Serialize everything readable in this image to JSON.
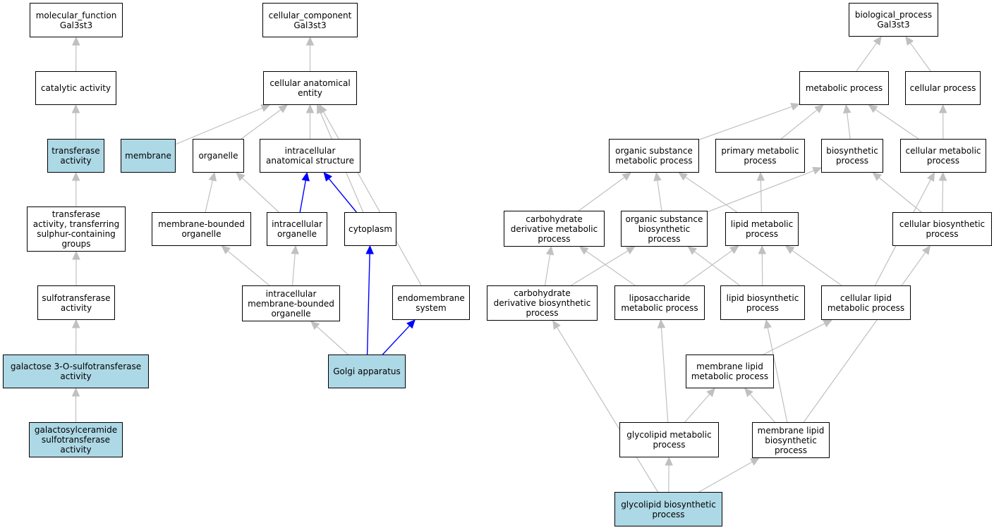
{
  "colors": {
    "highlight_fill": "#add8e6",
    "edge_default": "#c0c0c0",
    "edge_direct": "#0000ff",
    "node_border": "#000000"
  },
  "nodes": [
    {
      "id": "mf_root",
      "label": "molecular_function\nGal3st3"
    },
    {
      "id": "catalytic",
      "label": "catalytic activity"
    },
    {
      "id": "transferase",
      "label": "transferase\nactivity",
      "highlight": true
    },
    {
      "id": "transferase_sulfur",
      "label": "transferase\nactivity, transferring\nsulphur-containing\ngroups"
    },
    {
      "id": "sulfotransferase",
      "label": "sulfotransferase\nactivity"
    },
    {
      "id": "gal3sulfo",
      "label": "galactose 3-O-sulfotransferase\nactivity",
      "highlight": true
    },
    {
      "id": "galcer_sulfo",
      "label": "galactosylceramide\nsulfotransferase\nactivity",
      "highlight": true
    },
    {
      "id": "cc_root",
      "label": "cellular_component\nGal3st3"
    },
    {
      "id": "cae",
      "label": "cellular anatomical\nentity"
    },
    {
      "id": "membrane",
      "label": "membrane",
      "highlight": true
    },
    {
      "id": "organelle",
      "label": "organelle"
    },
    {
      "id": "ias",
      "label": "intracellular\nanatomical structure"
    },
    {
      "id": "mbo",
      "label": "membrane-bounded\norganelle"
    },
    {
      "id": "io",
      "label": "intracellular\norganelle"
    },
    {
      "id": "cytoplasm",
      "label": "cytoplasm"
    },
    {
      "id": "imbo",
      "label": "intracellular\nmembrane-bounded\norganelle"
    },
    {
      "id": "endomem",
      "label": "endomembrane\nsystem"
    },
    {
      "id": "golgi",
      "label": "Golgi apparatus",
      "highlight": true
    },
    {
      "id": "bp_root",
      "label": "biological_process\nGal3st3"
    },
    {
      "id": "metabolic",
      "label": "metabolic process"
    },
    {
      "id": "cellular_proc",
      "label": "cellular process"
    },
    {
      "id": "osmp",
      "label": "organic substance\nmetabolic process"
    },
    {
      "id": "pmp",
      "label": "primary metabolic\nprocess"
    },
    {
      "id": "biosynth",
      "label": "biosynthetic\nprocess"
    },
    {
      "id": "cmp",
      "label": "cellular metabolic\nprocess"
    },
    {
      "id": "cdmp",
      "label": "carbohydrate\nderivative metabolic\nprocess"
    },
    {
      "id": "osbp",
      "label": "organic substance\nbiosynthetic\nprocess"
    },
    {
      "id": "lmp",
      "label": "lipid metabolic\nprocess"
    },
    {
      "id": "cbp",
      "label": "cellular biosynthetic\nprocess"
    },
    {
      "id": "cdbp",
      "label": "carbohydrate\nderivative biosynthetic\nprocess"
    },
    {
      "id": "lps",
      "label": "liposaccharide\nmetabolic process"
    },
    {
      "id": "lbp",
      "label": "lipid biosynthetic\nprocess"
    },
    {
      "id": "clmp",
      "label": "cellular lipid\nmetabolic process"
    },
    {
      "id": "mlmp",
      "label": "membrane lipid\nmetabolic process"
    },
    {
      "id": "gmp",
      "label": "glycolipid metabolic\nprocess"
    },
    {
      "id": "mlbp",
      "label": "membrane lipid\nbiosynthetic\nprocess"
    },
    {
      "id": "gbp",
      "label": "glycolipid biosynthetic\nprocess",
      "highlight": true
    }
  ],
  "edges": [
    {
      "from": "catalytic",
      "to": "mf_root"
    },
    {
      "from": "transferase",
      "to": "catalytic"
    },
    {
      "from": "transferase_sulfur",
      "to": "transferase"
    },
    {
      "from": "sulfotransferase",
      "to": "transferase_sulfur"
    },
    {
      "from": "gal3sulfo",
      "to": "sulfotransferase"
    },
    {
      "from": "galcer_sulfo",
      "to": "gal3sulfo"
    },
    {
      "from": "cae",
      "to": "cc_root"
    },
    {
      "from": "membrane",
      "to": "cae"
    },
    {
      "from": "organelle",
      "to": "cae"
    },
    {
      "from": "ias",
      "to": "cae"
    },
    {
      "from": "cytoplasm",
      "to": "cae"
    },
    {
      "from": "endomem",
      "to": "cae"
    },
    {
      "from": "mbo",
      "to": "organelle"
    },
    {
      "from": "io",
      "to": "organelle"
    },
    {
      "from": "io",
      "to": "ias",
      "direct": true
    },
    {
      "from": "cytoplasm",
      "to": "ias",
      "direct": true
    },
    {
      "from": "imbo",
      "to": "mbo"
    },
    {
      "from": "imbo",
      "to": "io"
    },
    {
      "from": "golgi",
      "to": "imbo"
    },
    {
      "from": "golgi",
      "to": "cytoplasm",
      "direct": true
    },
    {
      "from": "golgi",
      "to": "endomem",
      "direct": true
    },
    {
      "from": "metabolic",
      "to": "bp_root"
    },
    {
      "from": "cellular_proc",
      "to": "bp_root"
    },
    {
      "from": "osmp",
      "to": "metabolic"
    },
    {
      "from": "pmp",
      "to": "metabolic"
    },
    {
      "from": "biosynth",
      "to": "metabolic"
    },
    {
      "from": "cmp",
      "to": "metabolic"
    },
    {
      "from": "cmp",
      "to": "cellular_proc"
    },
    {
      "from": "cdmp",
      "to": "osmp"
    },
    {
      "from": "osbp",
      "to": "osmp"
    },
    {
      "from": "osbp",
      "to": "biosynth"
    },
    {
      "from": "lmp",
      "to": "osmp"
    },
    {
      "from": "lmp",
      "to": "pmp"
    },
    {
      "from": "cbp",
      "to": "biosynth"
    },
    {
      "from": "cbp",
      "to": "cmp"
    },
    {
      "from": "cdbp",
      "to": "cdmp"
    },
    {
      "from": "cdbp",
      "to": "osbp"
    },
    {
      "from": "lps",
      "to": "cdmp"
    },
    {
      "from": "lps",
      "to": "lmp"
    },
    {
      "from": "lbp",
      "to": "osbp"
    },
    {
      "from": "lbp",
      "to": "lmp"
    },
    {
      "from": "clmp",
      "to": "lmp"
    },
    {
      "from": "clmp",
      "to": "cmp"
    },
    {
      "from": "mlmp",
      "to": "clmp"
    },
    {
      "from": "gmp",
      "to": "lps"
    },
    {
      "from": "gmp",
      "to": "mlmp"
    },
    {
      "from": "mlbp",
      "to": "mlmp"
    },
    {
      "from": "mlbp",
      "to": "lbp"
    },
    {
      "from": "mlbp",
      "to": "cbp"
    },
    {
      "from": "gbp",
      "to": "cdbp"
    },
    {
      "from": "gbp",
      "to": "gmp"
    },
    {
      "from": "gbp",
      "to": "mlbp"
    }
  ]
}
